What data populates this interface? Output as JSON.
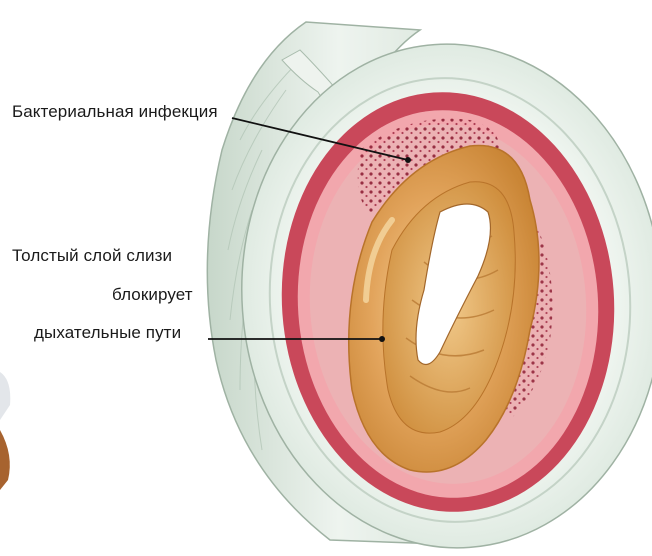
{
  "labels": {
    "bacterial_infection": "Бактериальная инфекция",
    "mucus_line_1": "Толстый слой слизи",
    "mucus_line_2": "блокирует",
    "mucus_line_3": "дыхательные пути"
  },
  "colors": {
    "cartilage_outer": "#dfe9e1",
    "cartilage_shadow": "#b9cbbd",
    "mucosa_red": "#c9485a",
    "mucosa_pink": "#f2a7ad",
    "infected_tissue": "#e8a3a8",
    "infection_dots": "#8e1f35",
    "mucus_outer": "#e3a45e",
    "mucus_inner": "#c7812f",
    "mucus_highlight": "#f4cf91",
    "leader_line": "#111111",
    "text": "#1a1a1a"
  }
}
